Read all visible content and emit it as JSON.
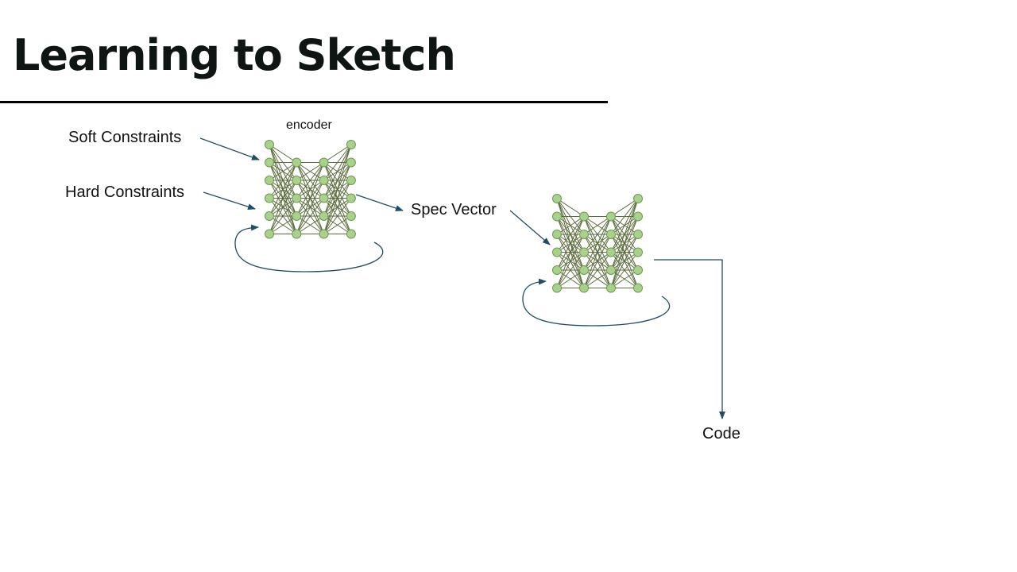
{
  "slide": {
    "title": "Learning to Sketch"
  },
  "diagram": {
    "labels": {
      "encoder": "encoder",
      "soft_constraints": "Soft Constraints",
      "hard_constraints": "Hard Constraints",
      "spec_vector": "Spec Vector",
      "code": "Code"
    },
    "colors": {
      "node_fill": "#a9d18e",
      "node_stroke": "#6f9a4c",
      "edge": "#5a6b3c",
      "arrow": "#1f4e66"
    },
    "networks": [
      {
        "name": "encoder-network",
        "layers": [
          6,
          5,
          5,
          6
        ]
      },
      {
        "name": "decoder-network",
        "layers": [
          6,
          5,
          5,
          6
        ]
      }
    ]
  }
}
